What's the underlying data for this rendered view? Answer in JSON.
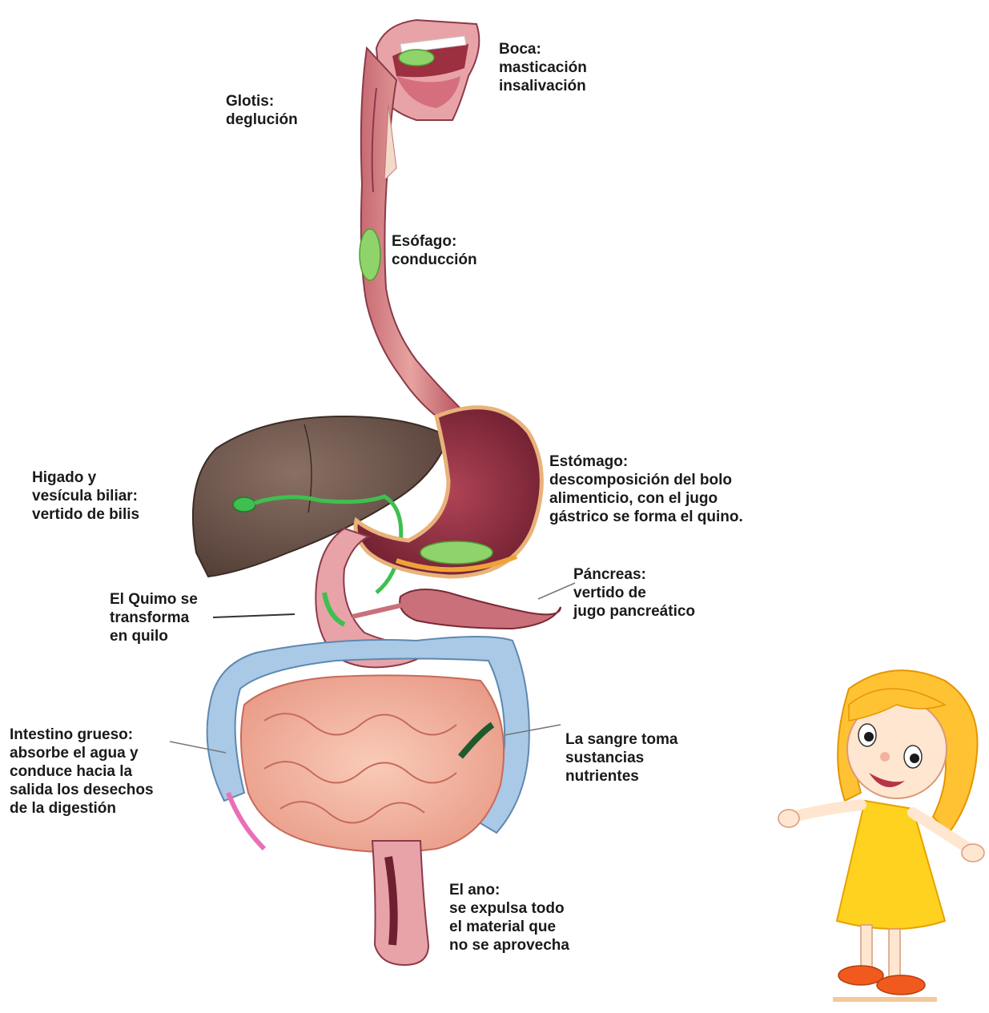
{
  "labels": {
    "boca": [
      "Boca:",
      "masticación",
      "insalivación"
    ],
    "glotis": [
      "Glotis:",
      "deglución"
    ],
    "esofago": [
      "Esófago:",
      "conducción"
    ],
    "estomago": [
      "Estómago:",
      "descomposición del bolo",
      "alimenticio, con el jugo",
      "gástrico se forma el quino."
    ],
    "higado": [
      "Higado y",
      "vesícula biliar:",
      "vertido de bilis"
    ],
    "pancreas": [
      "Páncreas:",
      "vertido de",
      "jugo pancreático"
    ],
    "quimo": [
      "El Quimo se",
      "transforma",
      "en quilo"
    ],
    "intestino_grueso": [
      "Intestino grueso:",
      "absorbe el agua y",
      "conduce hacia la",
      "salida los desechos",
      "de la digestión"
    ],
    "sangre": [
      "La sangre toma",
      "sustancias",
      "nutrientes"
    ],
    "ano": [
      "El ano:",
      "se expulsa todo",
      "el material que",
      "no se aprovecha"
    ]
  },
  "colors": {
    "tract": "#d98a8a",
    "tract_dark": "#8b3a4a",
    "liver": "#6b5248",
    "colon": "#a9c9e6",
    "small_intestine": "#f4b6a0",
    "bolus": "#8fd46a",
    "bile": "#3fbf4f",
    "pancreas": "#c9707a",
    "girl_hair": "#ffc233",
    "girl_dress": "#ffd21f",
    "girl_shoes": "#f05a1e"
  }
}
